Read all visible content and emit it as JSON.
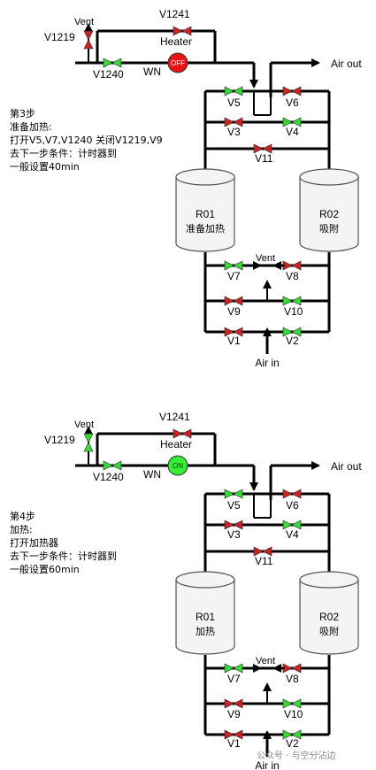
{
  "colors": {
    "valve_open": "#33dd33",
    "valve_closed": "#cc2222",
    "heater_on": "#33ee33",
    "heater_off": "#ee1111",
    "pipe": "#000000",
    "vessel_fill": "#f4f4f4"
  },
  "panels": [
    {
      "heater_state": "OFF",
      "heater_on": false,
      "step_lines": [
        "第3步",
        "准备加热:",
        "打开V5,V7,V1240 关闭V1219,V9",
        "去下一步条件：计时器到",
        "一般设置40min"
      ],
      "r01_lines": [
        "R01",
        "准备加热"
      ],
      "r02_lines": [
        "R02",
        "吸附"
      ],
      "valves": {
        "V1219": "closed",
        "V1241": "closed",
        "V1240": "open",
        "V5": "open",
        "V6": "closed",
        "V3": "closed",
        "V4": "open",
        "V11": "closed",
        "V7": "open",
        "V8": "closed",
        "V9": "closed",
        "V10": "open",
        "V1": "closed",
        "V2": "open"
      }
    },
    {
      "heater_state": "ON",
      "heater_on": true,
      "step_lines": [
        "第4步",
        "加热:",
        "打开加热器",
        "去下一步条件：计时器到",
        "一般设置60min"
      ],
      "r01_lines": [
        "R01",
        "加热"
      ],
      "r02_lines": [
        "R02",
        "吸附"
      ],
      "valves": {
        "V1219": "open",
        "V1241": "closed",
        "V1240": "open",
        "V5": "open",
        "V6": "closed",
        "V3": "closed",
        "V4": "open",
        "V11": "closed",
        "V7": "open",
        "V8": "closed",
        "V9": "closed",
        "V10": "open",
        "V1": "closed",
        "V2": "open"
      }
    }
  ],
  "labels": {
    "vent": "Vent",
    "heater": "Heater",
    "wn": "WN",
    "air_out": "Air out",
    "air_in": "Air in",
    "v1219": "V1219",
    "v1241": "V1241",
    "v1240": "V1240",
    "v5": "V5",
    "v6": "V6",
    "v3": "V3",
    "v4": "V4",
    "v11": "V11",
    "v7": "V7",
    "v8": "V8",
    "v9": "V9",
    "v10": "V10",
    "v1": "V1",
    "v2": "V2"
  },
  "watermark": "公众号 · 与空分沾边"
}
